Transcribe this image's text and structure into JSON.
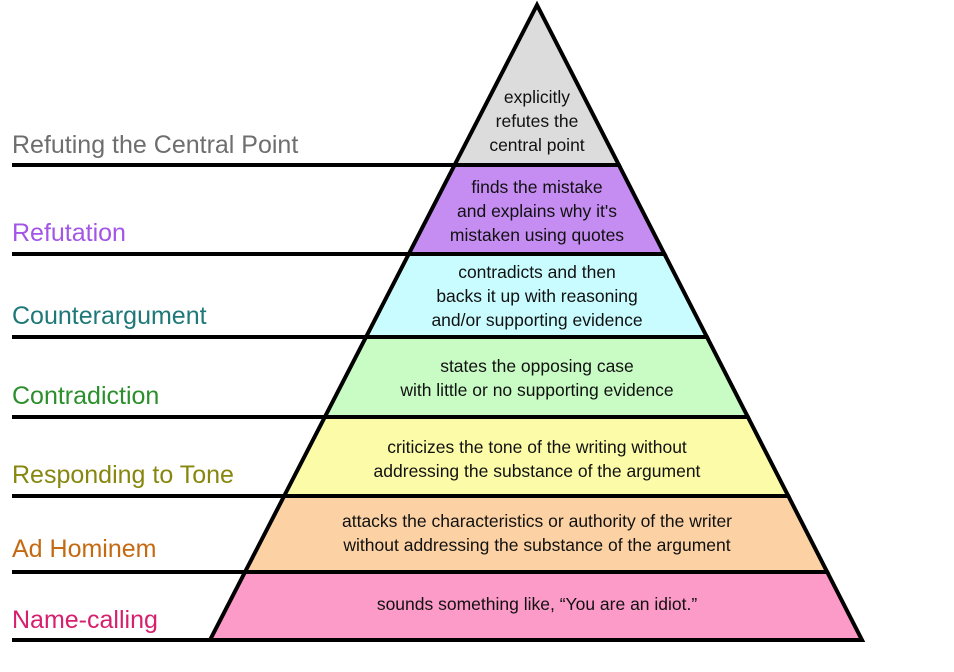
{
  "levels": [
    {
      "name": "Refuting the Central Point",
      "description": [
        "explicitly",
        "refutes the",
        "central point"
      ],
      "fill": "#dcdcdc",
      "label_color": "#6e6e6e"
    },
    {
      "name": "Refutation",
      "description": [
        "finds the mistake",
        "and explains why it's",
        "mistaken using quotes"
      ],
      "fill": "#c58cf2",
      "label_color": "#a356e6"
    },
    {
      "name": "Counterargument",
      "description": [
        "contradicts and then",
        "backs it up with reasoning",
        "and/or supporting evidence"
      ],
      "fill": "#c8fcff",
      "label_color": "#1f7878"
    },
    {
      "name": "Contradiction",
      "description": [
        "states the opposing case",
        "with little or no supporting evidence"
      ],
      "fill": "#c8fcc4",
      "label_color": "#2b8f2b"
    },
    {
      "name": "Responding to Tone",
      "description": [
        "criticizes the tone of the writing without",
        "addressing the substance of the argument"
      ],
      "fill": "#fcfca8",
      "label_color": "#878710"
    },
    {
      "name": "Ad Hominem",
      "description": [
        "attacks the characteristics or authority of the writer",
        "without addressing the substance of the argument"
      ],
      "fill": "#fcd2a4",
      "label_color": "#c46a12"
    },
    {
      "name": "Name-calling",
      "description": [
        "sounds something like, “You are an idiot.”"
      ],
      "fill": "#fc9ac8",
      "label_color": "#d6206e"
    }
  ]
}
